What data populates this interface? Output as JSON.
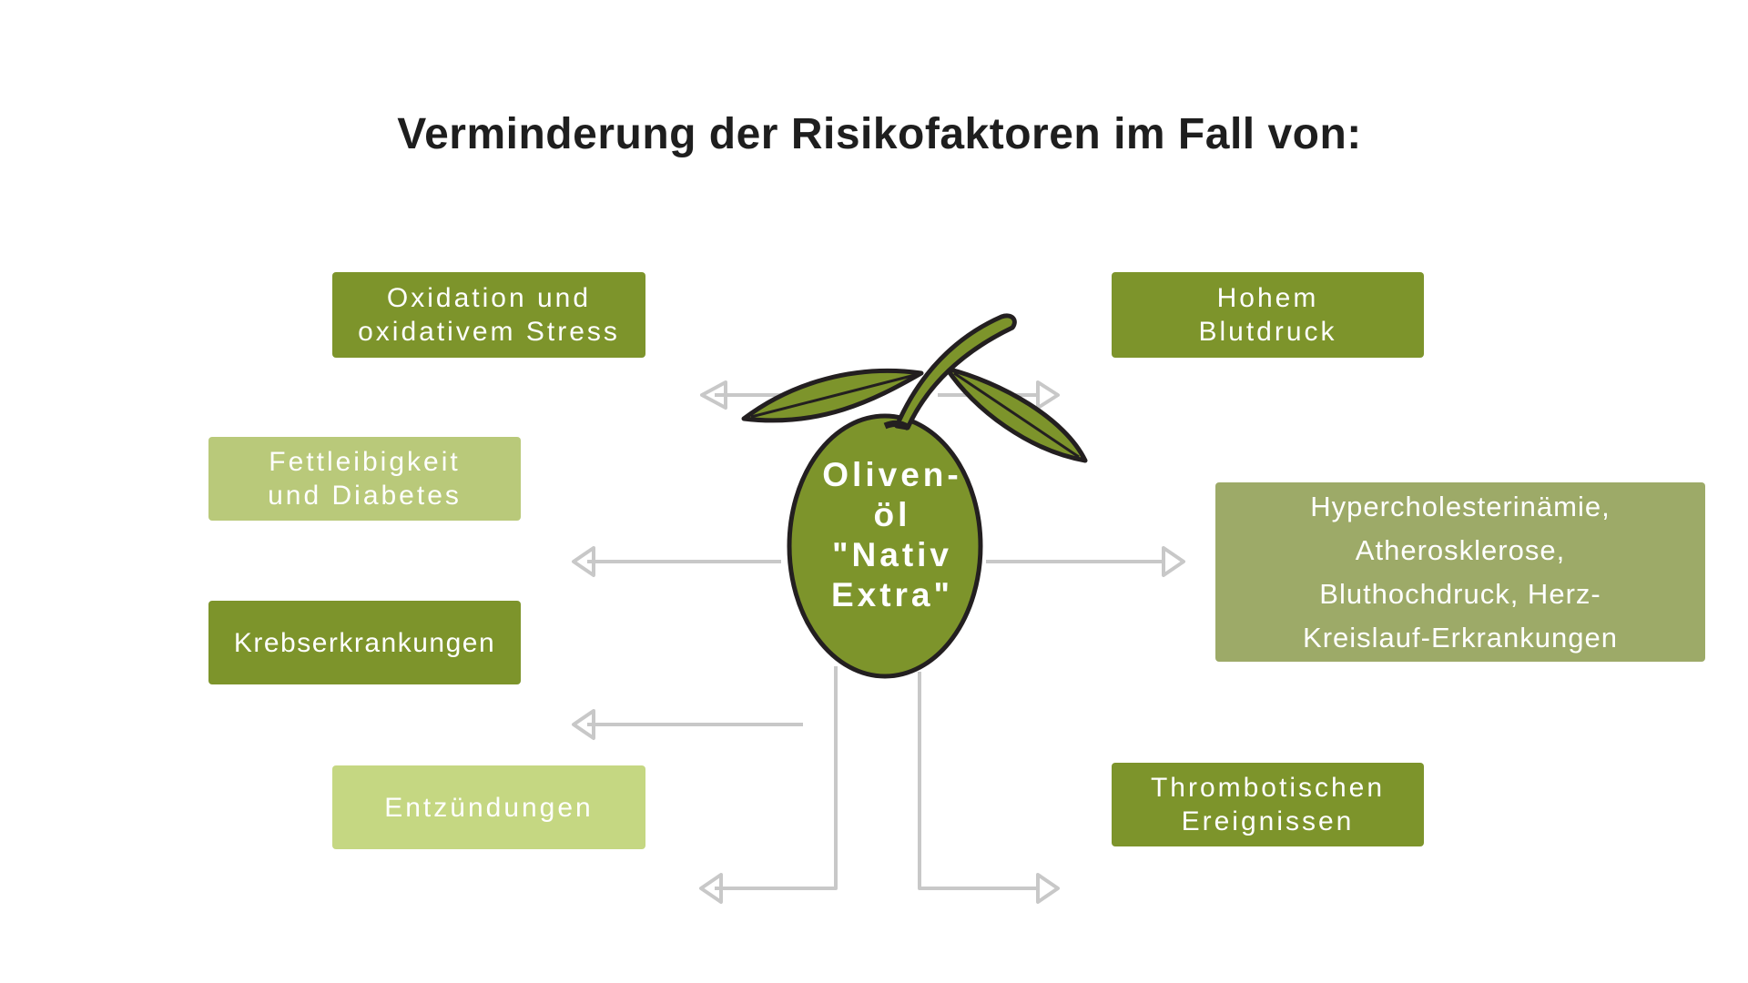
{
  "title": "Verminderung der Risikofaktoren im Fall von:",
  "center": {
    "label": "Oliven-\nöl\n\"Nativ\nExtra\""
  },
  "boxes": {
    "oxidation": "Oxidation und\noxidativem Stress",
    "blutdruck": "Hohem\nBlutdruck",
    "fettleibigkeit": "Fettleibigkeit\nund Diabetes",
    "hypercholesterin": "Hypercholesterinämie,\nAtherosklerose,\nBluthochdruck,  Herz-\nKreislauf-Erkrankungen",
    "krebs": "Krebserkrankungen",
    "thrombotisch": "Thrombotischen\nEreignissen",
    "entzuendungen": "Entzündungen"
  },
  "colors": {
    "dark_green": "#7d942b",
    "light_green": "#b9c97a",
    "pale_green": "#c5d782",
    "sage": "#9daa68",
    "arrow": "#c8c8c8",
    "outline": "#231f20"
  }
}
